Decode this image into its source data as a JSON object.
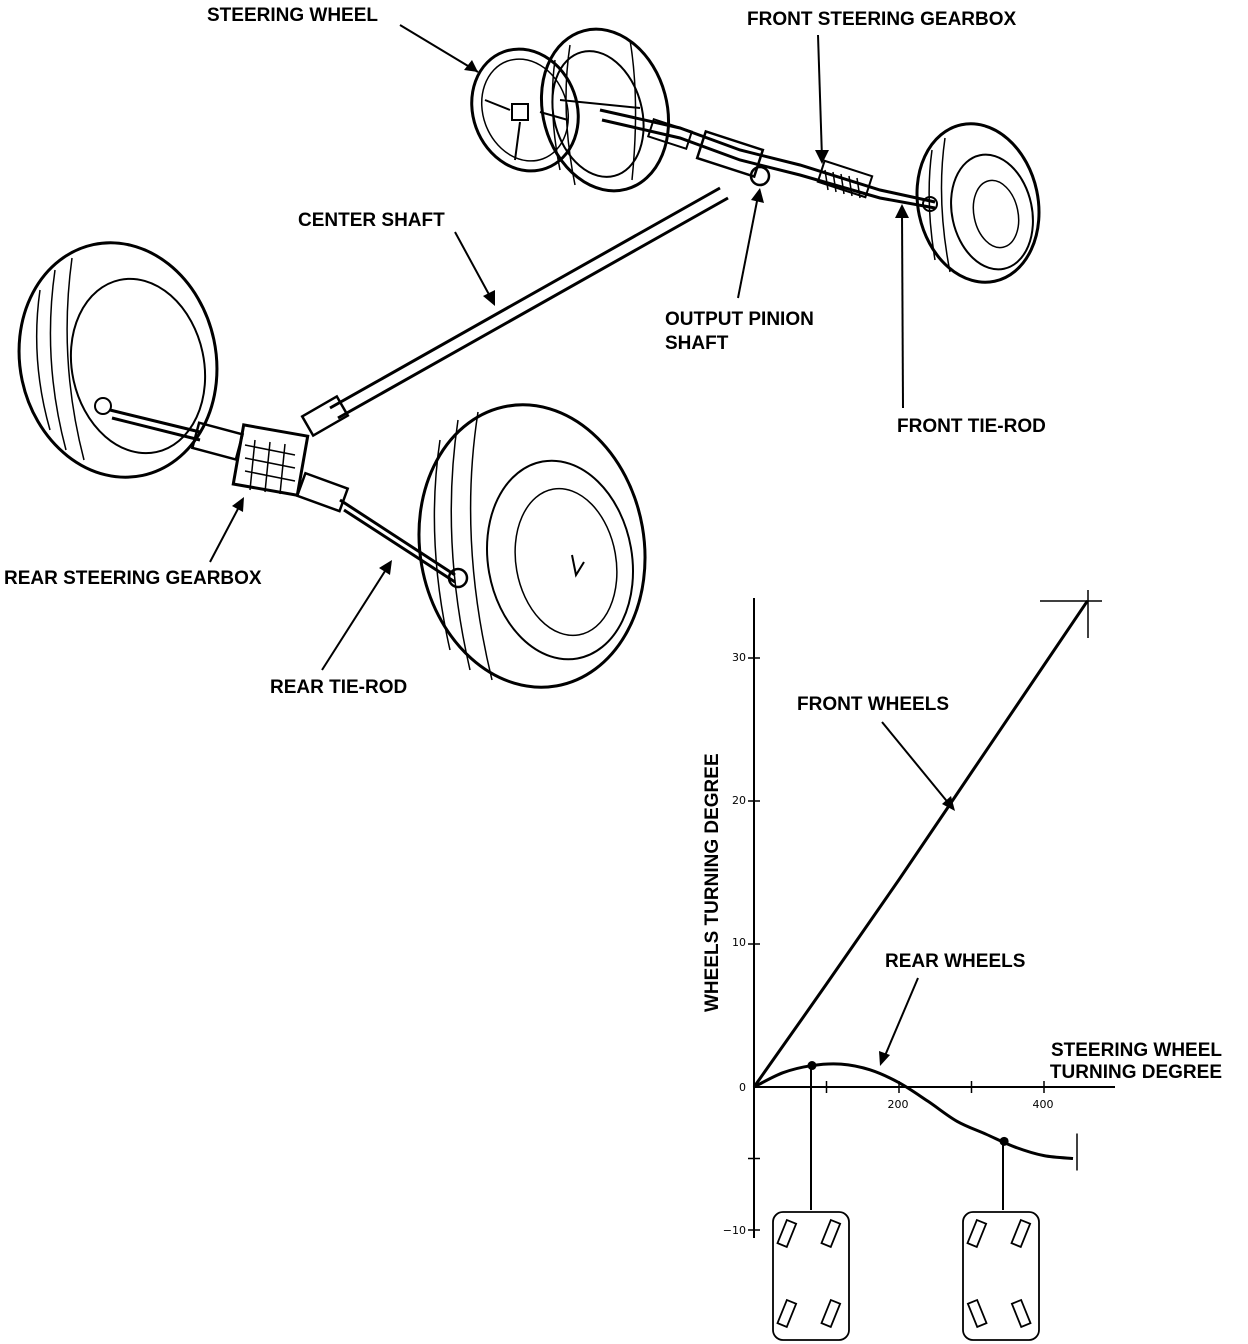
{
  "components": {
    "steering_wheel": "STEERING WHEEL",
    "front_steering_gearbox": "FRONT STEERING GEARBOX",
    "center_shaft": "CENTER SHAFT",
    "output_pinion_shaft_line1": "OUTPUT PINION",
    "output_pinion_shaft_line2": "SHAFT",
    "front_tie_rod": "FRONT TIE-ROD",
    "rear_steering_gearbox": "REAR STEERING GEARBOX",
    "rear_tie_rod": "REAR TIE-ROD"
  },
  "chart_data": {
    "type": "line",
    "ylabel": "WHEELS TURNING DEGREE",
    "xlabel_line1": "STEERING WHEEL",
    "xlabel_line2": "TURNING DEGREE",
    "xticks": [
      "200",
      "400"
    ],
    "yticks": [
      "30",
      "20",
      "10",
      "0",
      "−10"
    ],
    "series": [
      {
        "name": "FRONT WHEELS",
        "x": [
          0,
          100,
          200,
          300,
          400,
          460
        ],
        "y": [
          0,
          7.2,
          14.5,
          22,
          29.5,
          34
        ]
      },
      {
        "name": "REAR WHEELS",
        "x": [
          0,
          40,
          80,
          120,
          160,
          200,
          240,
          280,
          320,
          360,
          400,
          440
        ],
        "y": [
          0,
          1.0,
          1.5,
          1.6,
          1.2,
          0.3,
          -1.0,
          -2.4,
          -3.3,
          -4.2,
          -4.8,
          -5.0
        ]
      }
    ],
    "markers": [
      {
        "series": "REAR WHEELS",
        "x": 80,
        "y": 1.5
      },
      {
        "series": "REAR WHEELS",
        "x": 345,
        "y": -3.8
      }
    ]
  }
}
